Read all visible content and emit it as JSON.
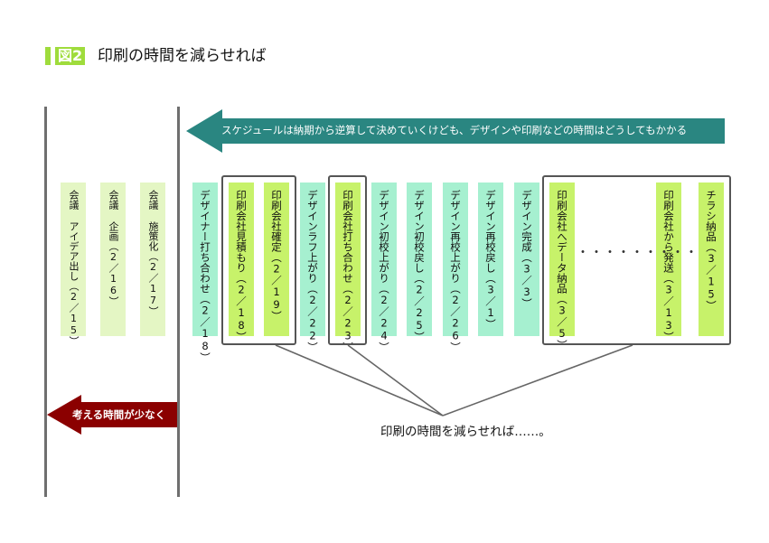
{
  "title": {
    "badge": "図2",
    "text": "印刷の時間を減らせれば"
  },
  "top_arrow": {
    "text": "スケジュールは納期から逆算して決めていくけども、デザインや印刷などの時間はどうしてもかかる",
    "color": "#2a8681"
  },
  "left_arrow": {
    "text": "考える時間が少なく",
    "color": "#8b0000"
  },
  "steps": [
    {
      "label": "会議 アイデア出し（2／15）",
      "tone": "pale"
    },
    {
      "label": "会議 企画（2／16）",
      "tone": "pale"
    },
    {
      "label": "会議 施策化（2／17）",
      "tone": "pale"
    },
    {
      "label": "デザイナー打ち合わせ（2／18）",
      "tone": "mint"
    },
    {
      "label": "印刷会社見積もり（2／18）",
      "tone": "lime"
    },
    {
      "label": "印刷会社確定（2／19）",
      "tone": "lime"
    },
    {
      "label": "デザインラフ上がり（2／22）",
      "tone": "mint"
    },
    {
      "label": "印刷会社打ち合わせ（2／23）",
      "tone": "lime"
    },
    {
      "label": "デザイン初校上がり（2／24）",
      "tone": "mint"
    },
    {
      "label": "デザイン初校戻し（2／25）",
      "tone": "mint"
    },
    {
      "label": "デザイン再校上がり（2／26）",
      "tone": "mint"
    },
    {
      "label": "デザイン再校戻し（3／1）",
      "tone": "mint"
    },
    {
      "label": "デザイン完成（3／3）",
      "tone": "mint"
    },
    {
      "label": "印刷会社へデータ納品（3／5）",
      "tone": "lime"
    },
    {
      "label": "印刷会社から発送（3／13）",
      "tone": "lime"
    },
    {
      "label": "チラシ納品（3／15）",
      "tone": "lime"
    }
  ],
  "ellipsis": "・・・・・・・・・",
  "caption": "印刷の時間を減らせれば……。",
  "colors": {
    "mint": "#a6f0d0",
    "pale": "#e4f6c4",
    "lime": "#c7f26a",
    "accent": "#9fdc3c"
  }
}
